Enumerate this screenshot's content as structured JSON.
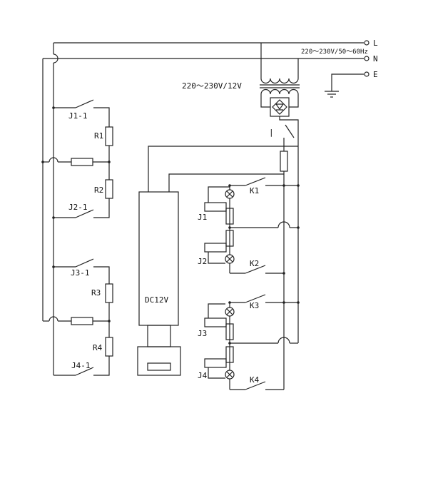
{
  "terminals": {
    "L": "L",
    "N": "N",
    "E": "E"
  },
  "mains_spec": "220～230V/50～60Hz",
  "transformer_label": "220～230V/12V",
  "relay_contacts": {
    "j1": "J1-1",
    "j2": "J2-1",
    "j3": "J3-1",
    "j4": "J4-1"
  },
  "resistors": {
    "r1": "R1",
    "r2": "R2",
    "r3": "R3",
    "r4": "R4"
  },
  "relays": {
    "j1": "J1",
    "j2": "J2",
    "j3": "J3",
    "j4": "J4"
  },
  "switches": {
    "k1": "K1",
    "k2": "K2",
    "k3": "K3",
    "k4": "K4"
  },
  "module_label": "DC12V",
  "tick_mark": "|"
}
